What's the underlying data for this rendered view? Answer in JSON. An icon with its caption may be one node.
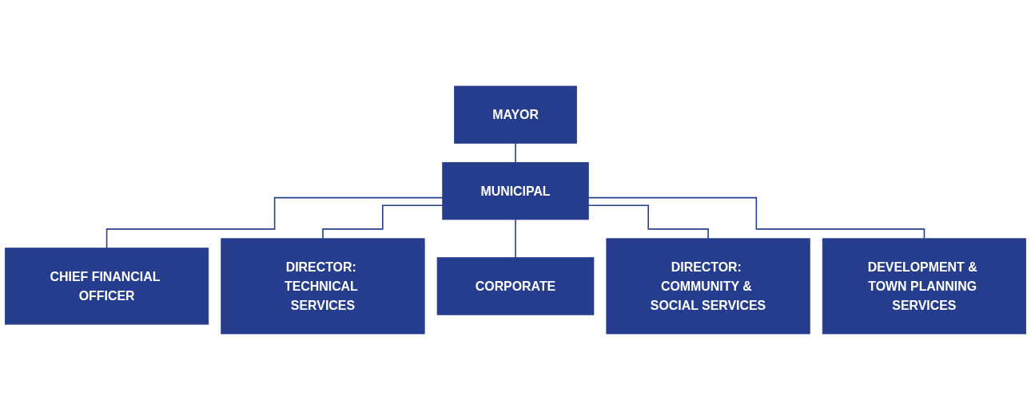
{
  "diagram": {
    "nodes": [
      {
        "text": [
          "MAYOR"
        ]
      },
      {
        "text": [
          "MUNICIPAL"
        ]
      },
      {
        "text": [
          "CHIEF FINANCIAL OFFICER"
        ]
      },
      {
        "text": [
          "DIRECTOR: TECHNICAL SERVICES"
        ]
      },
      {
        "text": [
          "CORPORATE"
        ]
      },
      {
        "text": [
          "DIRECTOR: COMMUNITY & SOCIAL SERVICES"
        ]
      },
      {
        "text": [
          "DEVELOPMENT & TOWN PLANNING SERVICES"
        ]
      }
    ],
    "edges": [
      {
        "from": 0,
        "to": 1,
        "arrow": "none"
      },
      {
        "from": 1,
        "to": 2,
        "arrow": "none"
      },
      {
        "from": 1,
        "to": 3,
        "arrow": "none"
      },
      {
        "from": 1,
        "to": 4,
        "arrow": "none"
      },
      {
        "from": 1,
        "to": 5,
        "arrow": "none"
      },
      {
        "from": 1,
        "to": 6,
        "arrow": "none"
      }
    ]
  }
}
